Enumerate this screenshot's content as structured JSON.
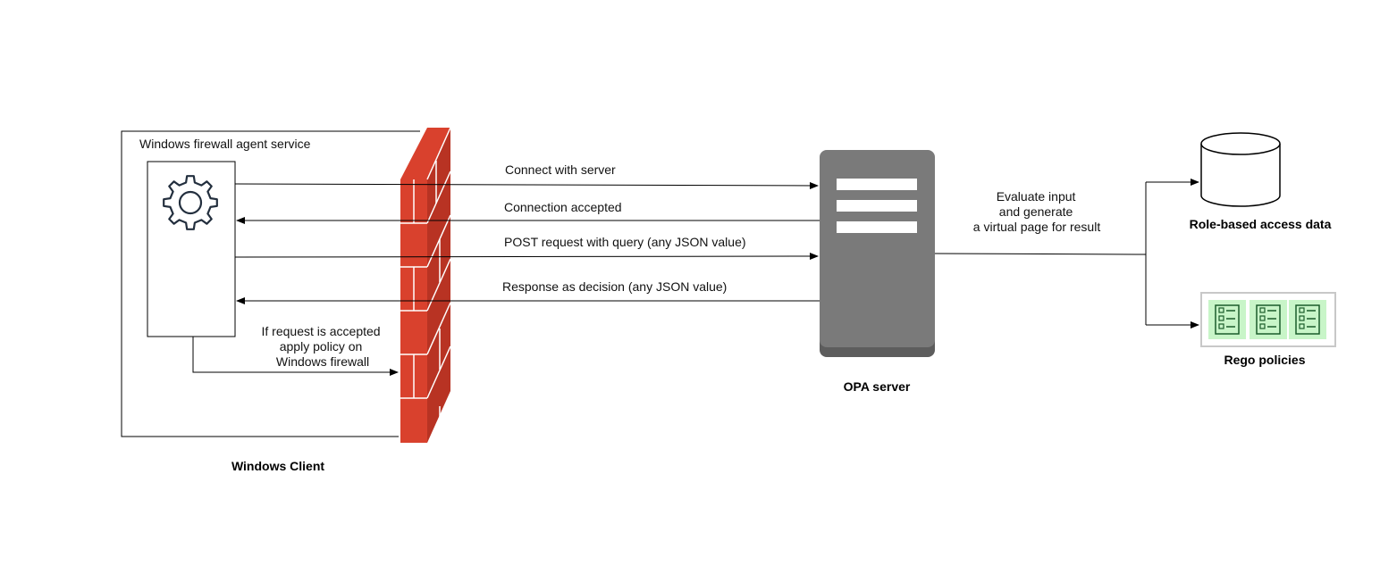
{
  "diagram": {
    "client_label": "Windows Client",
    "agent_service_label": "Windows firewall agent service",
    "server_label": "OPA server",
    "datastore_label": "Role-based access data",
    "policies_label": "Rego policies",
    "evaluate_lines": [
      "Evaluate input",
      "and generate",
      "a virtual page for result"
    ],
    "apply_lines": [
      "If request is accepted",
      "apply policy on",
      "Windows firewall"
    ],
    "messages": {
      "connect": "Connect with server",
      "accepted": "Connection accepted",
      "post": "POST request with query (any JSON value)",
      "response": "Response as decision (any JSON value)"
    },
    "icons": {
      "agent": "gear-icon",
      "firewall": "brick-wall-icon",
      "server": "server-icon",
      "datastore": "database-icon",
      "policies": "document-list-icon"
    },
    "colors": {
      "firewall_red": "#d9412d",
      "server_gray": "#7a7a7a",
      "policy_green": "#c8f5c8",
      "policy_stroke": "#1a5c2a"
    }
  }
}
